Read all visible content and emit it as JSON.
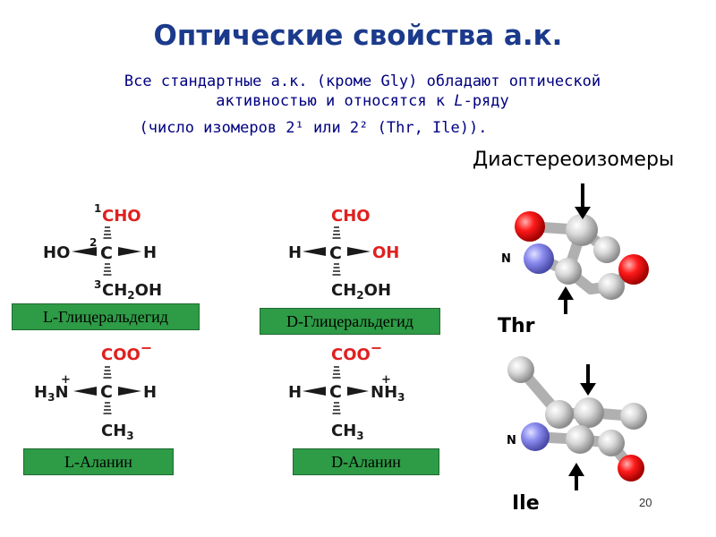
{
  "title": "Оптические свойства а.к.",
  "subtitle": {
    "line1": "Все стандартные а.к. (кроме Gly) обладают оптической",
    "line2_prefix": "активностью и относятся к ",
    "line2_italic": "L",
    "line2_suffix": "-ряду",
    "line3": "(число изомеров 2¹ или 2² (Thr, Ile))."
  },
  "diastereomers_heading": "Диастереоизомеры",
  "structures": {
    "l_glyceraldehyde": {
      "label": "L-Глицеральдегид",
      "top": "CHO",
      "top_number": "1",
      "center": "C",
      "center_number": "2",
      "left": "HO",
      "right": "H",
      "bottom": "CH",
      "bottom_sub2": "2",
      "bottom_tail": "OH",
      "bottom_number": "3"
    },
    "d_glyceraldehyde": {
      "label": "D-Глицеральдегид",
      "top": "CHO",
      "center": "C",
      "left": "H",
      "right": "OH",
      "bottom": "CH",
      "bottom_sub2": "2",
      "bottom_tail": "OH"
    },
    "l_alanine": {
      "label": "L-Аланин",
      "top": "COO",
      "top_charge": "−",
      "center": "C",
      "left": "H",
      "left_sub": "3",
      "left_atom": "N",
      "left_charge": "+",
      "right": "H",
      "bottom": "CH",
      "bottom_sub": "3"
    },
    "d_alanine": {
      "label": "D-Аланин",
      "top": "COO",
      "top_charge": "−",
      "center": "C",
      "left": "H",
      "right": "NH",
      "right_sub": "3",
      "right_charge": "+",
      "bottom": "CH",
      "bottom_sub": "3"
    }
  },
  "models": {
    "thr": {
      "name": "Thr",
      "n_label": "N"
    },
    "ile": {
      "name": "Ile",
      "n_label": "N"
    }
  },
  "colors": {
    "title": "#1b3a8c",
    "subtitle": "#000080",
    "formula_red": "#e02020",
    "formula_black": "#1a1a1a",
    "label_green": "#2e9b46",
    "atom_oxygen": "#ff0000",
    "atom_nitrogen": "#8080ee",
    "atom_carbon": "#bfbfbf"
  },
  "page_number": "20"
}
